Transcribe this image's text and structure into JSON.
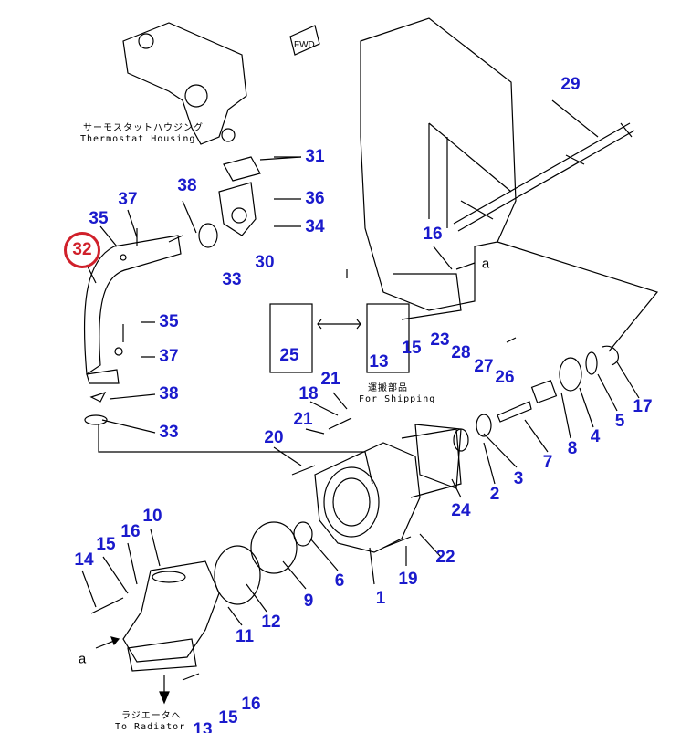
{
  "captions": {
    "thermostat_jp": "サーモスタットハウジング",
    "thermostat_en": "Thermostat Housing",
    "shipping_jp": "運搬部品",
    "shipping_en": "For Shipping",
    "radiator_jp": "ラジエータへ",
    "radiator_en": "To Radiator",
    "fwd": "FWD"
  },
  "highlight": {
    "label": "32",
    "color": "#d0202a"
  },
  "label_color": "#1a1acc",
  "reference_marks": [
    "a",
    "a"
  ],
  "part_labels": [
    "29",
    "31",
    "38",
    "37",
    "36",
    "35",
    "34",
    "30",
    "33",
    "16",
    "35",
    "25",
    "13",
    "15",
    "23",
    "28",
    "27",
    "26",
    "37",
    "17",
    "5",
    "4",
    "8",
    "7",
    "3",
    "2",
    "24",
    "21",
    "38",
    "18",
    "21",
    "33",
    "20",
    "10",
    "16",
    "15",
    "14",
    "22",
    "19",
    "6",
    "1",
    "9",
    "12",
    "11",
    "16",
    "15",
    "13"
  ]
}
